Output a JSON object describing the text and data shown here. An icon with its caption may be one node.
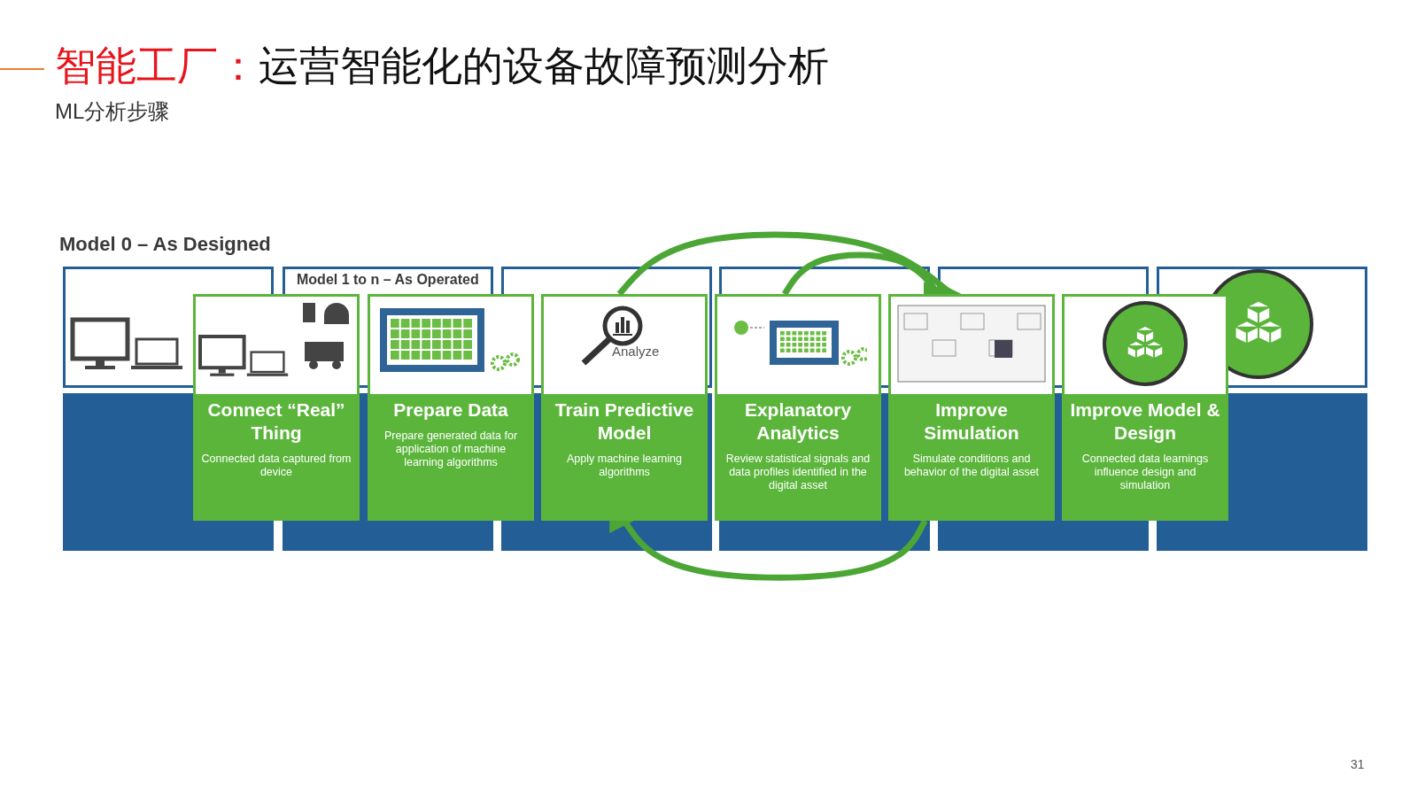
{
  "diagram": {
    "title": "运营智能化的设备故障预测分析",
    "nodes": [
      {
        "text": [
          "Connect “Real” Thing",
          "Connected data captured from device"
        ]
      },
      {
        "text": [
          "Prepare Data",
          "Prepare generated data for application of machine learning algorithms"
        ]
      },
      {
        "text": [
          "Train Predictive Model",
          "Apply machine learning algorithms"
        ]
      },
      {
        "text": [
          "Explanatory Analytics",
          "Review statistical signals and data profiles identified in the digital asset"
        ]
      },
      {
        "text": [
          "Improve Simulation",
          "Simulate conditions and behavior of the digital asset"
        ]
      },
      {
        "text": [
          "Improve Model & Design",
          "Connected data learnings influence design and simulation"
        ]
      }
    ],
    "edges": [
      {
        "from": 2,
        "to": 4,
        "arrow": "to"
      },
      {
        "from": 3,
        "to": 4,
        "arrow": "to"
      },
      {
        "from": 4,
        "to": 2,
        "arrow": "to"
      }
    ],
    "labels": [
      "智能工厂：",
      "ML分析步骤",
      "Model 0 – As Designed",
      "Model 1 to n – As Operated",
      "Analyze",
      "31"
    ]
  }
}
